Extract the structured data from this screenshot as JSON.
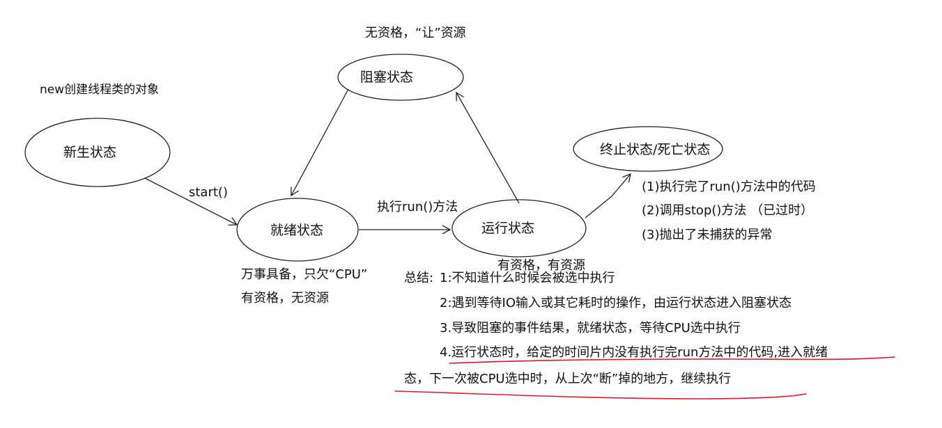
{
  "states": {
    "new": "新生状态",
    "ready": "就绪状态",
    "running": "运行状态",
    "blocked": "阻塞状态",
    "dead": "终止状态/死亡状态"
  },
  "notes": {
    "new_desc": "new创建线程类的对象",
    "blocked_desc": "无资格，“让”资源",
    "start_label": "start()",
    "run_label": "执行run()方法",
    "ready_line1": "万事具备，只欠“CPU”",
    "ready_line2": "有资格，无资源",
    "running_desc": "有资格，有资源",
    "dead_reason1": "(1)执行完了run()方法中的代码",
    "dead_reason2": "(2)调用stop()方法 （已过时）",
    "dead_reason3": "(3)抛出了未捕获的异常"
  },
  "summary": {
    "heading": "总结:",
    "item1": "1:不知道什么时候会被选中执行",
    "item2": "2:遇到等待IO输入或其它耗时的操作，由运行状态进入阻塞状态",
    "item3": "3.导致阻塞的事件结果，就绪状态，等待CPU选中执行",
    "item4_line1": "4.运行状态时，给定的时间片内没有执行完run方法中的代码,进入就绪",
    "item4_line2": "态，下一次被CPU选中时，从上次“断”掉的地方，继续执行"
  },
  "colors": {
    "stroke": "#222222",
    "underline": "#e0191e",
    "text": "#111111"
  }
}
